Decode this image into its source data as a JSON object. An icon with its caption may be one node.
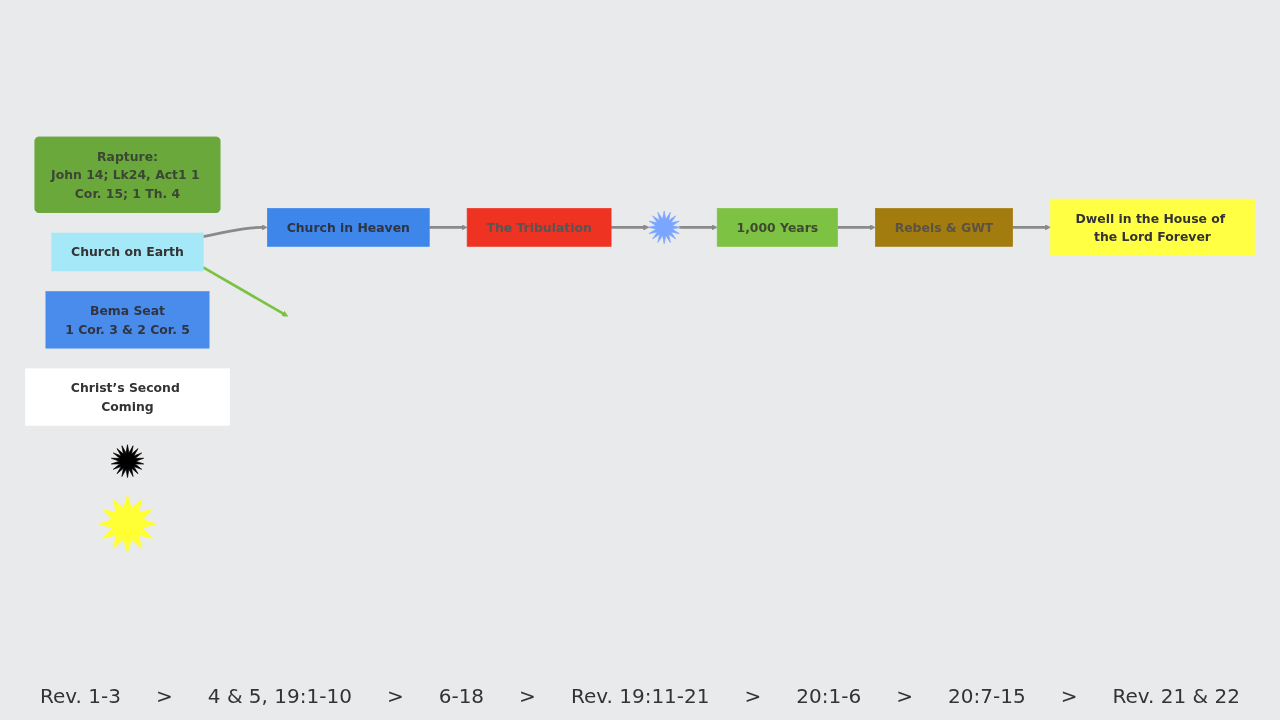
{
  "diagram": {
    "nodes": [
      {
        "text": [
          "Rapture:",
          "John 14; Lk24, Act1 1 Cor. 15; 1 Th. 4"
        ]
      },
      {
        "text": [
          "Church on Earth"
        ]
      },
      {
        "text": [
          "Bema Seat",
          "1 Cor. 3 & 2 Cor. 5"
        ]
      },
      {
        "text": [
          "Church in Heaven"
        ]
      },
      {
        "text": [
          "The Tribulation"
        ]
      },
      {
        "text": [
          "Christ’s Second Coming"
        ]
      },
      {
        "text": [],
        "shape": "star"
      },
      {
        "text": [
          "1,000 Years"
        ]
      },
      {
        "text": [
          "Rebels & GWT"
        ]
      },
      {
        "text": [],
        "shape": "star"
      },
      {
        "text": [],
        "shape": "star"
      },
      {
        "text": [
          "Dwell in the House of the Lord Forever"
        ]
      }
    ],
    "edges": [
      {
        "from": 1,
        "to": 3,
        "arrow": "to"
      },
      {
        "from": 3,
        "to": 4,
        "arrow": "to"
      },
      {
        "from": 4,
        "to": 6,
        "arrow": "to"
      },
      {
        "from": 6,
        "to": 7,
        "arrow": "to"
      },
      {
        "from": 7,
        "to": 8,
        "arrow": "to"
      },
      {
        "from": 8,
        "to": 11,
        "arrow": "to"
      },
      {
        "from": 1,
        "to": null,
        "arrow": "to",
        "color": "#7cc242"
      }
    ],
    "labels": [
      "Rev. 1-3",
      ">",
      "4 & 5, 19:1-10",
      ">",
      "6-18",
      ">",
      "Rev. 19:11-21",
      ">",
      "20:1-6",
      ">",
      "20:7-15",
      ">",
      "Rev. 21 & 22"
    ]
  }
}
